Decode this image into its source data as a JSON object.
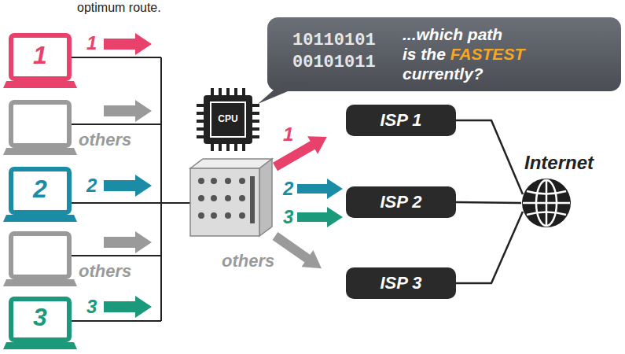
{
  "diagram": {
    "nodes": [
      {
        "text": [
          "10110101 00101011",
          "...which path",
          "is the",
          "FASTEST",
          "currently?"
        ]
      },
      {
        "text": [
          "ISP 1"
        ]
      },
      {
        "text": [
          "ISP 2"
        ]
      },
      {
        "text": [
          "ISP 3"
        ]
      },
      {
        "text": [
          "Internet"
        ]
      }
    ],
    "edges": [
      {
        "from": 1,
        "to": 4,
        "arrow": "none"
      },
      {
        "from": 2,
        "to": 4,
        "arrow": "none"
      },
      {
        "from": 3,
        "to": 4,
        "arrow": "none"
      }
    ],
    "labels": [
      "optimum route.",
      "1",
      "1",
      "others",
      "2",
      "2",
      "others",
      "3",
      "3",
      "CPU",
      "1",
      "2",
      "3",
      "others"
    ]
  }
}
